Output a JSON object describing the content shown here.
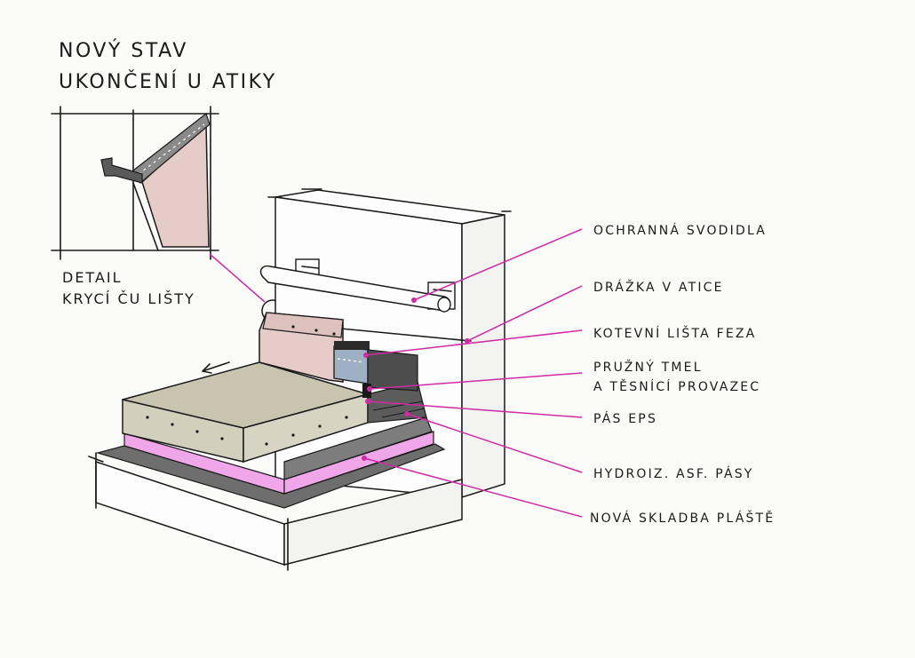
{
  "title": {
    "line1": "NOVÝ STAV",
    "line2": "UKONČENÍ U ATIKY"
  },
  "detail_label": {
    "line1": "DETAIL",
    "line2": "KRYCÍ ČU LIŠTY"
  },
  "callouts": [
    {
      "id": "ochranna-svodidla",
      "text": "OCHRANNÁ SVODIDLA"
    },
    {
      "id": "drazka-v-atice",
      "text": "DRÁŽKA V ATICE"
    },
    {
      "id": "kotevni-lista",
      "text": "KOTEVNÍ LIŠTA FEZA"
    },
    {
      "id": "pruzny-tmel-1",
      "text": "PRUŽNÝ TMEL"
    },
    {
      "id": "pruzny-tmel-2",
      "text": "A TĚSNÍCÍ PROVAZEC"
    },
    {
      "id": "pas-eps",
      "text": "PÁS EPS"
    },
    {
      "id": "hydroiz",
      "text": "HYDROIZ. ASF. PÁSY"
    },
    {
      "id": "nova-skladba",
      "text": "NOVÁ SKLADBA PLÁŠTĚ"
    }
  ],
  "colors": {
    "ink": "#1a1a1a",
    "leader": "#d22aa5",
    "eps_pink": "#f0a7ea",
    "insulation_beige": "#c8c4b0",
    "parapet_pink": "#e6ccc8",
    "membrane_grey": "#7a7a7a",
    "metal_blue": "#9fb0c4"
  }
}
